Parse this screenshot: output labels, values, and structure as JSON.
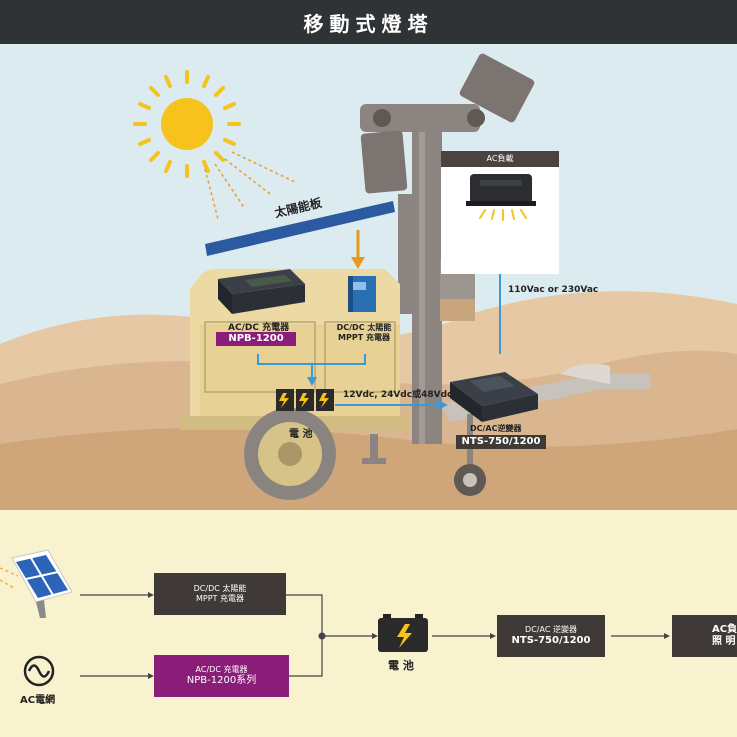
{
  "title": "移動式燈塔",
  "scene": {
    "solar_panel_label": "太陽能板",
    "acdc_charger": {
      "label": "AC/DC 充電器",
      "model": "NPB-1200"
    },
    "mppt_charger": {
      "line1": "DC/DC 太陽能",
      "line2": "MPPT 充電器"
    },
    "battery_label": "電 池",
    "dc_voltage_label": "12Vdc, 24Vdc或48Vdc",
    "ac_voltage_label": "110Vac or 230Vac",
    "ac_load_label": "AC負載",
    "inverter": {
      "label": "DC/AC逆變器",
      "model": "NTS-750/1200"
    }
  },
  "flow": {
    "ac_grid_label": "AC電網",
    "mppt_box": {
      "line1": "DC/DC 太陽能",
      "line2": "MPPT 充電器"
    },
    "acdc_box": {
      "line1": "AC/DC 充電器",
      "line2": "NPB-1200系列"
    },
    "battery_label": "電 池",
    "inverter_box": {
      "line1": "DC/AC 逆變器",
      "line2": "NTS-750/1200"
    },
    "ac_load_box": {
      "line1": "AC負",
      "line2": "照 明"
    }
  },
  "colors": {
    "title_bg": "#2f3336",
    "sky": "#dcebf0",
    "sand": "#d9b68f",
    "dark_box": "#3f3a37",
    "purple": "#8a1d78",
    "arrow_blue": "#3a9ad6",
    "arrow_orange": "#e89a1c",
    "flow_bg": "#f9f2cf"
  }
}
